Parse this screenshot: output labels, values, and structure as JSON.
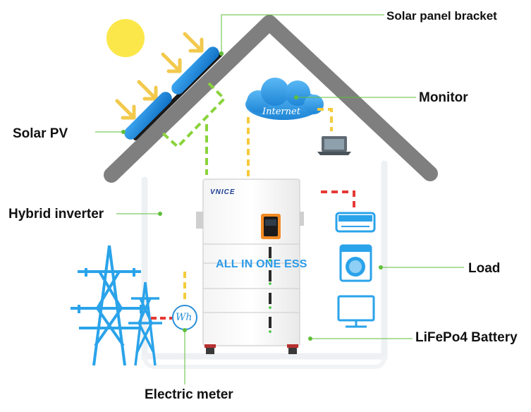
{
  "labels": {
    "solar_panel_bracket": "Solar panel bracket",
    "monitor": "Monitor",
    "solar_pv": "Solar PV",
    "hybrid_inverter": "Hybrid inverter",
    "load": "Load",
    "lifepo4_battery": "LiFePo4 Battery",
    "electric_meter": "Electric meter"
  },
  "device": {
    "brand": "VNICE",
    "product_text": "ALL IN ONE ESS"
  },
  "cloud_text": "Internet",
  "meter_text": "Wh",
  "colors": {
    "roof": "#7f7f7f",
    "pv_link": "#8ad33c",
    "monitor_link": "#f5cb3c",
    "grid_link": "#e53935",
    "sky_blue": "#2aa3ea",
    "sun": "#fbe74a",
    "arrow": "#f2c94c"
  }
}
